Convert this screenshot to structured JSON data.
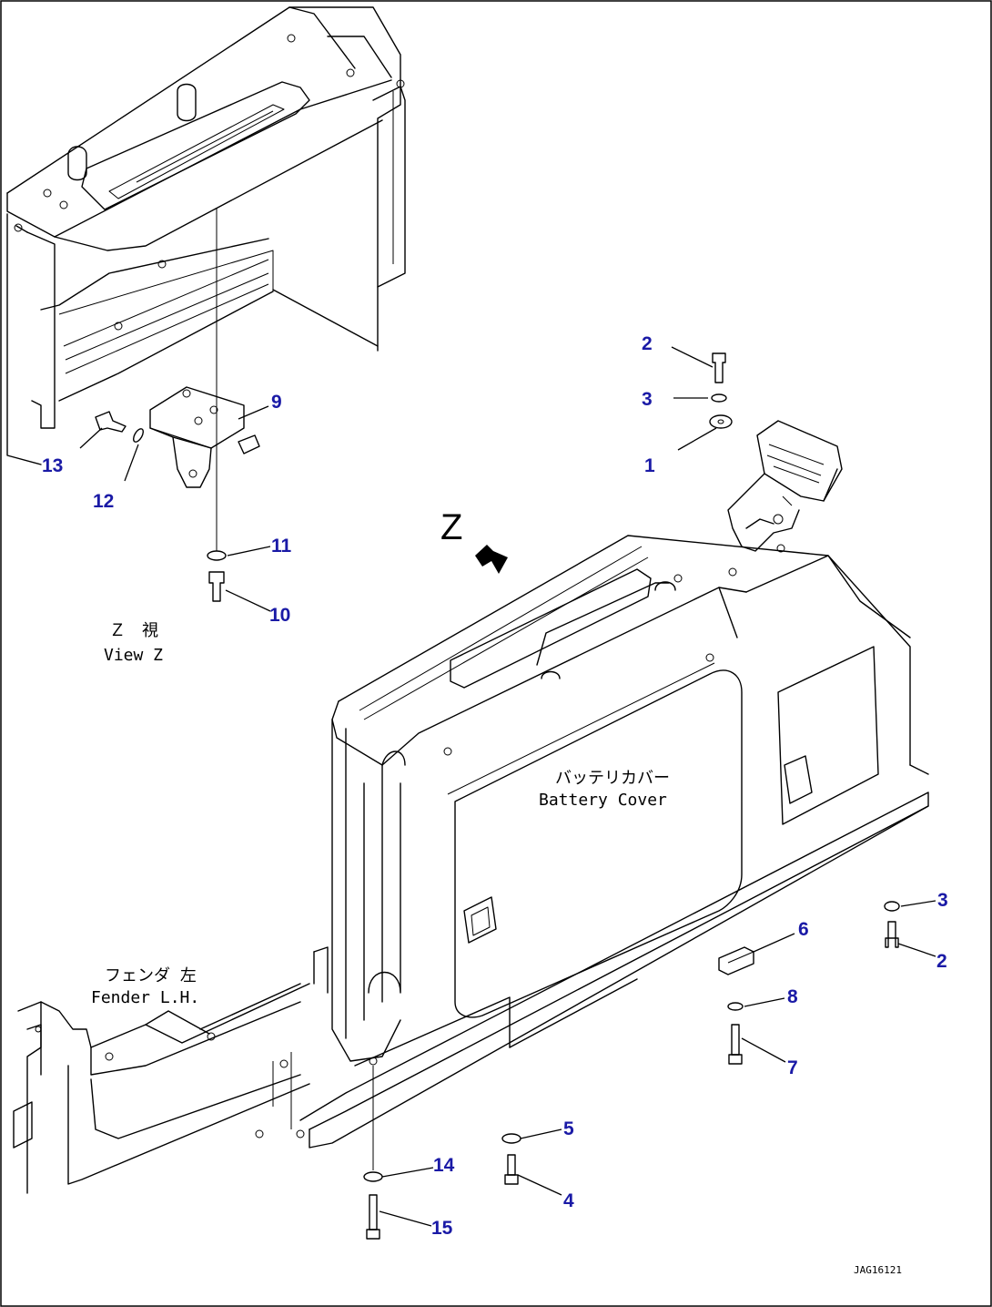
{
  "labels": {
    "view_z_jp": "Ｚ　視",
    "view_z_en": "View Z",
    "z_marker": "Z",
    "battery_cover_jp": "バッテリカバー",
    "battery_cover_en": "Battery Cover",
    "fender_jp": "フェンダ 左",
    "fender_en": "Fender L.H.",
    "drawing_code": "JAG16121"
  },
  "callouts": [
    "1",
    "2",
    "3",
    "9",
    "10",
    "11",
    "12",
    "13",
    "3",
    "2",
    "6",
    "8",
    "7",
    "5",
    "4",
    "14",
    "15"
  ],
  "colors": {
    "callout": "#1a1aa6",
    "line": "#000000"
  }
}
